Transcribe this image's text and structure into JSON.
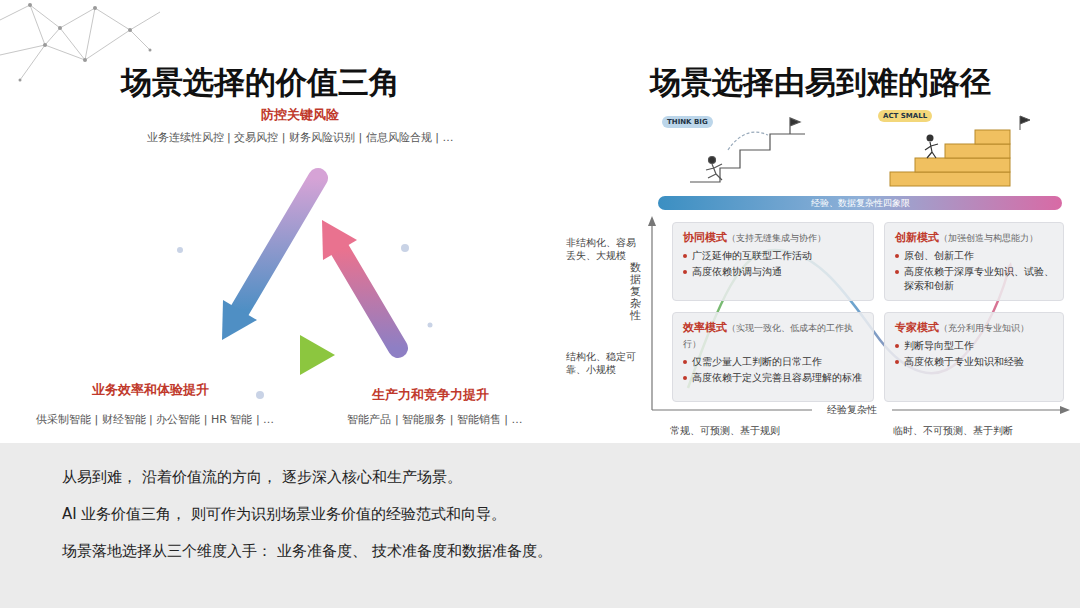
{
  "diagram": {
    "nodes": [
      {
        "text": [
          "经验、数据复杂性四象限"
        ]
      },
      {
        "text": [
          "协同模式",
          "（支持无缝集成与协作）",
          "广泛延伸的互联型工作活动",
          "高度依赖协调与沟通"
        ]
      },
      {
        "text": [
          "创新模式",
          "（加强创造与构思能力）",
          "原创、创新工作",
          "高度依赖于深厚专业知识、试验、探索和创新"
        ]
      },
      {
        "text": [
          "效率模式",
          "（实现一致化、低成本的工作执行）",
          "仅需少量人工判断的日常工作",
          "高度依赖于定义完善且容易理解的标准"
        ]
      },
      {
        "text": [
          "专家模式",
          "（充分利用专业知识）",
          "判断导向型工作",
          "高度依赖于专业知识和经验"
        ]
      },
      {
        "text": [
          "从易到难， 沿着价值流的方向， 逐步深入核心和生产场景。",
          "AI 业务价值三角， 则可作为识别场景业务价值的经验范式和向导。",
          "场景落地选择从三个维度入手： 业务准备度、 技术准备度和数据准备度。"
        ]
      }
    ],
    "labels": [
      "场景选择的价值三角",
      "防控关键风险",
      "业务连续性风控 | 交易风控 | 财务风险识别 | 信息风险合规 | …",
      "业务效率和体验提升",
      "供采制智能 | 财经智能 | 办公智能 | HR 智能 | …",
      "生产力和竞争力提升",
      "智能产品 | 智能服务 | 智能销售 | …",
      "场景选择由易到难的路径",
      "THINK BIG",
      "ACT SMALL",
      "数据复杂性",
      "非结构化、容易丢失、大规模",
      "结构化、稳定可靠、小规模",
      "经验复杂性",
      "常规、可预测、基于规则",
      "临时、不可预测、基于判断"
    ]
  }
}
